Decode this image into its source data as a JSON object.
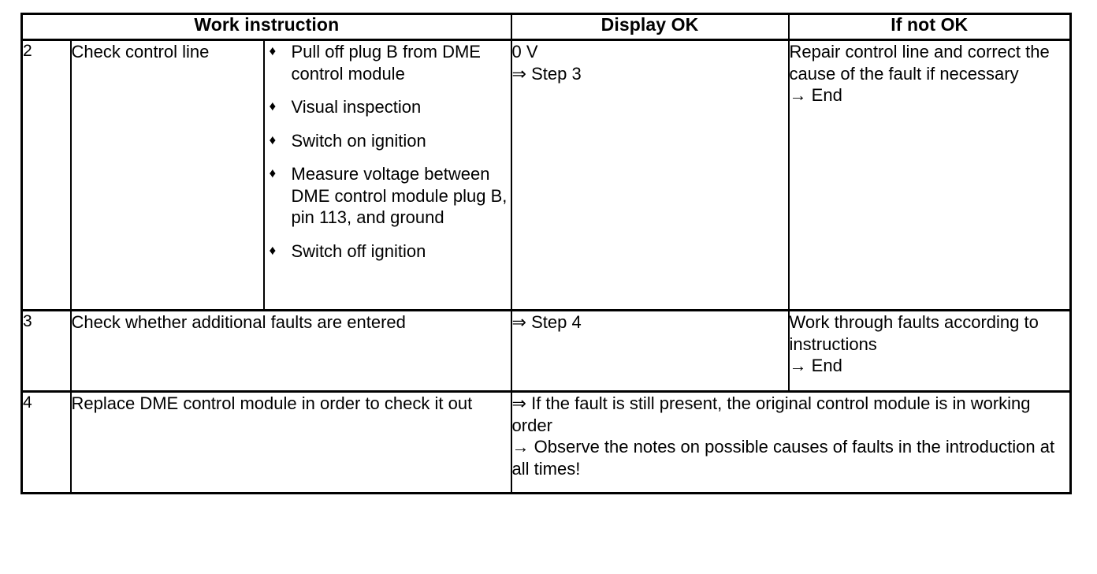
{
  "document": {
    "type": "work-instruction-table",
    "bullet_glyph": "♦",
    "arrow_double": "⇒",
    "arrow_single": "→",
    "text_color": "#000000",
    "background_color": "#ffffff"
  },
  "table": {
    "headers": {
      "work_instruction": "Work instruction",
      "display_ok": "Display OK",
      "if_not_ok": "If not OK"
    },
    "rows": [
      {
        "step": "2",
        "instruction": "Check control line",
        "bullets": [
          "Pull off plug B from DME control module",
          "Visual inspection",
          "Switch on ignition",
          "Measure voltage between DME control module plug B, pin 113, and ground",
          "Switch off ignition"
        ],
        "display_ok": {
          "line1": "0 V",
          "line2_arrow": "⇒",
          "line2_text": "Step 3"
        },
        "if_not_ok": {
          "line1": "Repair control line and correct the cause of the fault if necessary",
          "line2_arrow": "→",
          "line2_text": "End"
        }
      },
      {
        "step": "3",
        "instruction": "Check whether additional faults are entered",
        "display_ok": {
          "line1_arrow": "⇒",
          "line1_text": "Step 4"
        },
        "if_not_ok": {
          "line1": "Work through faults according to instructions",
          "line2_arrow": "→",
          "line2_text": "End"
        }
      },
      {
        "step": "4",
        "instruction": "Replace DME control module in order to check it out",
        "result": {
          "line1_arrow": "⇒",
          "line1_text": "If the fault is still present, the original control module is in working order",
          "line2_arrow": "→",
          "line2_text": "Observe the notes on possible causes of faults in the introduction at all times!"
        }
      }
    ]
  }
}
